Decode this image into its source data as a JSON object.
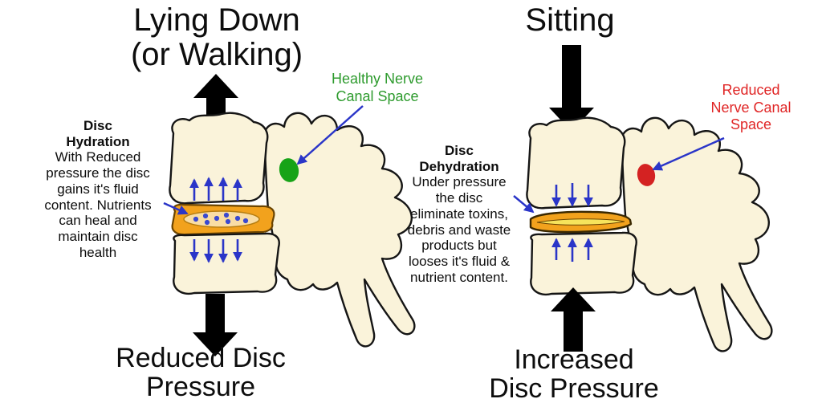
{
  "page": {
    "background": "#ffffff"
  },
  "colors": {
    "bone_fill": "#faf3da",
    "bone_outline": "#151515",
    "disc_fill": "#f2a21d",
    "disc_inner_fill": "#f9dda4",
    "disc_nutrient_dot": "#3a49d0",
    "flow_arrow": "#2a35c8",
    "pressure_arrow": "#000000",
    "text": "#111111"
  },
  "left_panel": {
    "title_lines": [
      "Lying Down",
      "(or Walking)"
    ],
    "top_arrow_direction": "up",
    "bottom_arrow_direction": "down",
    "nerve_label_lines": [
      "Healthy Nerve",
      "Canal Space"
    ],
    "nerve_label_color": "#2e9b2e",
    "nerve_canal_color": "#17a317",
    "annotation": {
      "heading_lines": [
        "Disc",
        "Hydration"
      ],
      "body_lines": [
        "With Reduced",
        "pressure the disc",
        "gains it's fluid",
        "content. Nutrients",
        "can heal and",
        "maintain disc",
        "health"
      ]
    },
    "bottom_label_lines": [
      "Reduced Disc",
      "Pressure"
    ]
  },
  "right_panel": {
    "title_lines": [
      "Sitting"
    ],
    "top_arrow_direction": "down",
    "bottom_arrow_direction": "up",
    "nerve_label_lines": [
      "Reduced",
      "Nerve Canal",
      "Space"
    ],
    "nerve_label_color": "#e02525",
    "nerve_canal_color": "#d42222",
    "annotation": {
      "heading_lines": [
        "Disc",
        "Dehydration"
      ],
      "body_lines": [
        "Under pressure",
        "the disc",
        "eliminate toxins,",
        "debris and waste",
        "products but",
        "looses it's fluid &",
        "nutrient content."
      ]
    },
    "bottom_label_lines": [
      "Increased",
      "Disc Pressure"
    ]
  }
}
